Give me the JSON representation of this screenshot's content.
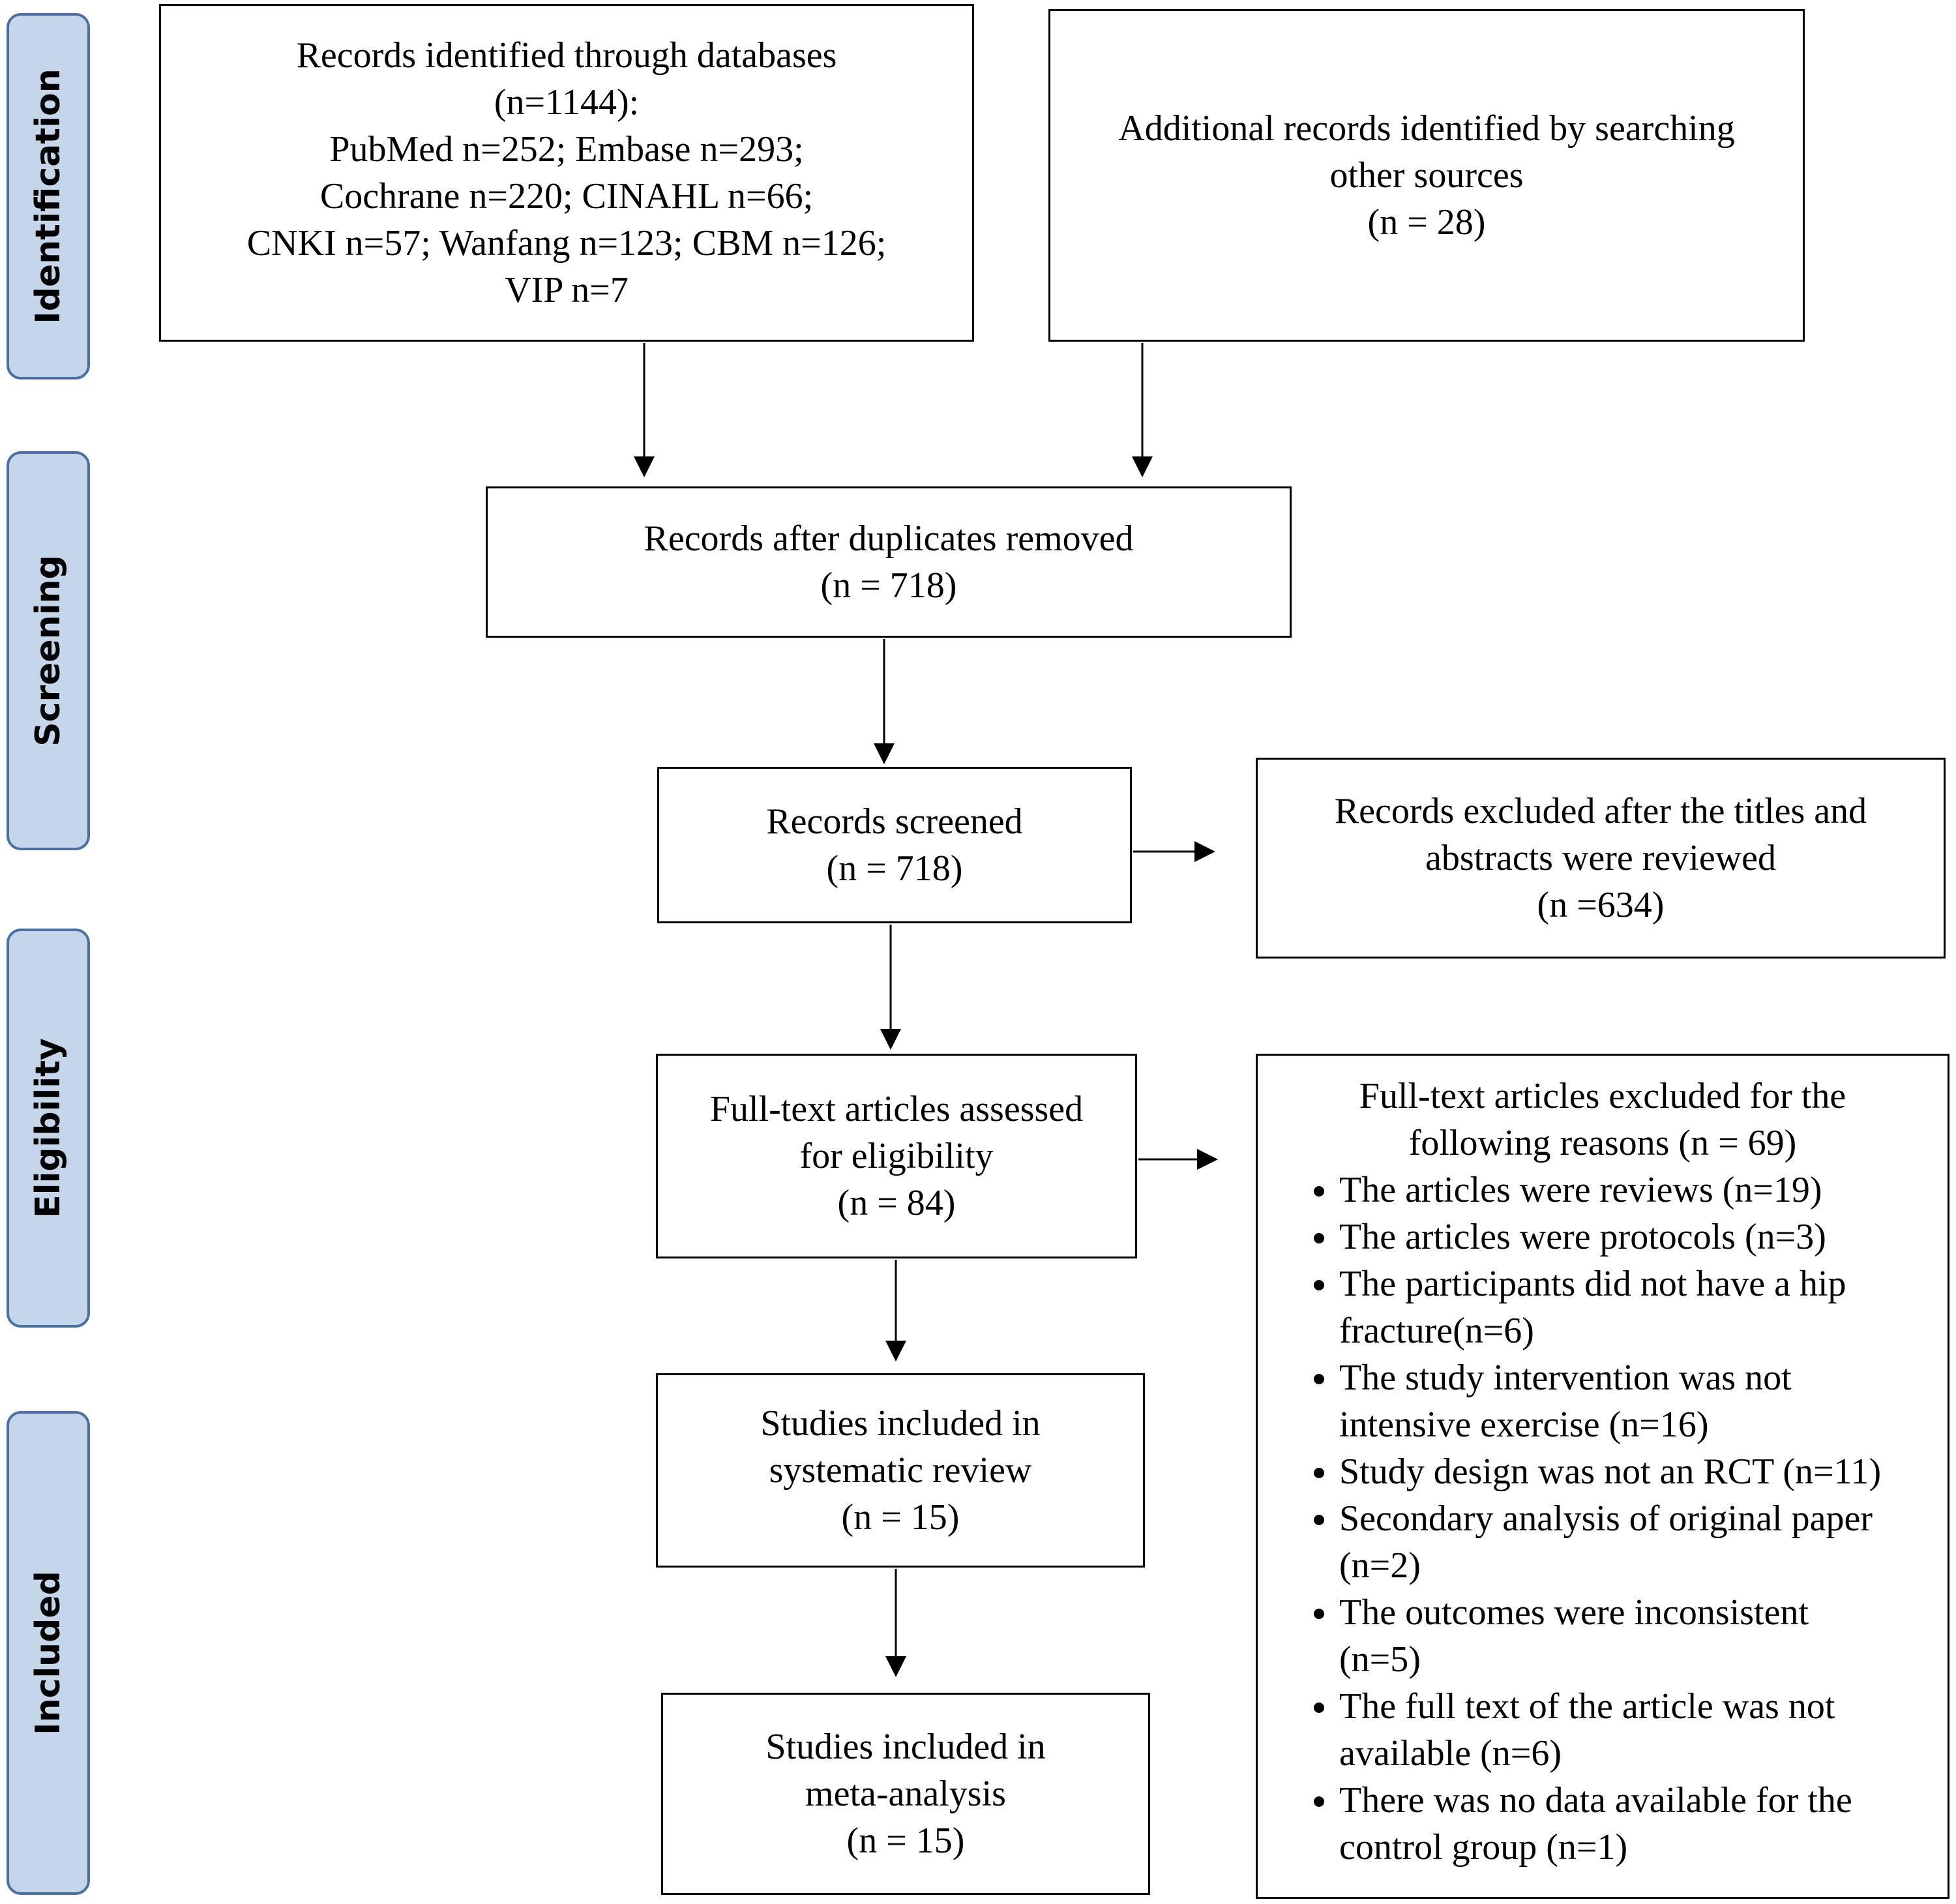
{
  "phases": {
    "identification": "Identification",
    "screening": "Screening",
    "eligibility": "Eligibility",
    "included": "Included"
  },
  "boxes": {
    "databases": [
      "Records identified through databases",
      "(n=1144):",
      "PubMed n=252; Embase n=293;",
      "Cochrane n=220; CINAHL n=66;",
      "CNKI n=57; Wanfang n=123; CBM n=126;",
      "VIP n=7"
    ],
    "other_sources": [
      "Additional records identified by searching",
      "other sources",
      "(n = 28)"
    ],
    "duplicates_removed": [
      "Records after duplicates removed",
      "(n = 718)"
    ],
    "screened": [
      "Records screened",
      "(n = 718)"
    ],
    "excluded_titles": [
      "Records excluded after the titles and",
      "abstracts were reviewed",
      "(n =634)"
    ],
    "full_text": [
      "Full-text articles assessed",
      "for eligibility",
      "(n = 84)"
    ],
    "systematic_review": [
      "Studies included in",
      "systematic review",
      "(n = 15)"
    ],
    "meta_analysis": [
      "Studies included in",
      "meta-analysis",
      "(n = 15)"
    ]
  },
  "exclusions": {
    "header": [
      "Full-text articles excluded for the",
      "following reasons (n = 69)"
    ],
    "reasons": [
      [
        "The articles were reviews (n=19)"
      ],
      [
        "The articles were protocols (n=3)"
      ],
      [
        "The participants did not have a hip",
        "fracture(n=6)"
      ],
      [
        "The study intervention was not",
        "intensive exercise (n=16)"
      ],
      [
        "Study design was not an RCT (n=11)"
      ],
      [
        "Secondary analysis of original paper",
        "(n=2)"
      ],
      [
        "The outcomes were inconsistent",
        "(n=5)"
      ],
      [
        "The full text of the article was not",
        "available (n=6)"
      ],
      [
        "There was no data available for the",
        "control group (n=1)"
      ]
    ]
  }
}
